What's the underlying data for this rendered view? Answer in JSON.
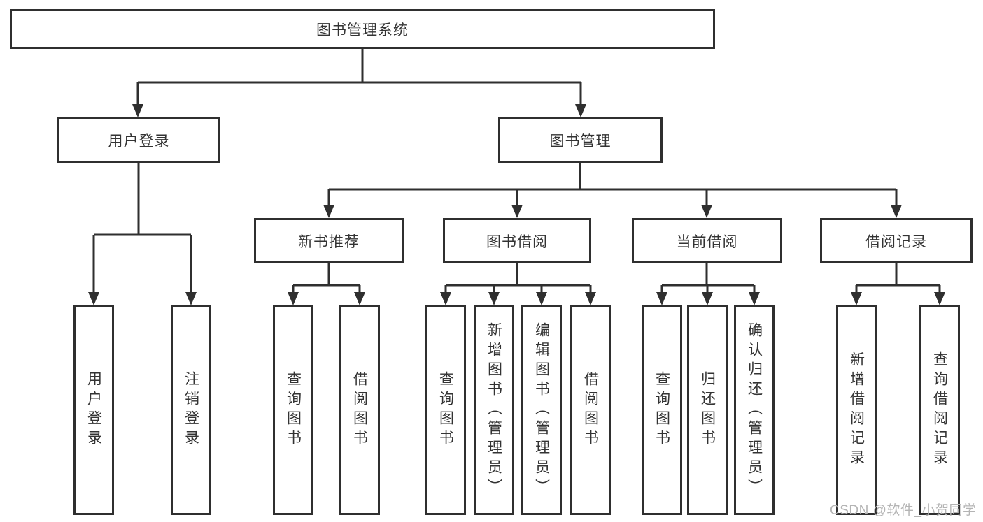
{
  "diagram": {
    "root": {
      "label": "图书管理系统"
    },
    "branches": [
      {
        "label": "用户登录",
        "children": [
          {
            "label": "用户登录"
          },
          {
            "label": "注销登录"
          }
        ]
      },
      {
        "label": "图书管理",
        "children": [
          {
            "label": "新书推荐",
            "children": [
              {
                "label": "查询图书"
              },
              {
                "label": "借阅图书"
              }
            ]
          },
          {
            "label": "图书借阅",
            "children": [
              {
                "label": "查询图书"
              },
              {
                "label": "新增图书（管理员）"
              },
              {
                "label": "编辑图书（管理员）"
              },
              {
                "label": "借阅图书"
              }
            ]
          },
          {
            "label": "当前借阅",
            "children": [
              {
                "label": "查询图书"
              },
              {
                "label": "归还图书"
              },
              {
                "label": "确认归还（管理员）"
              }
            ]
          },
          {
            "label": "借阅记录",
            "children": [
              {
                "label": "新增借阅记录"
              },
              {
                "label": "查询借阅记录"
              }
            ]
          }
        ]
      }
    ]
  },
  "watermark": {
    "text": "CSDN @软件_小贺同学"
  },
  "colors": {
    "line": "#2f2f2f",
    "box_border": "#2f2f2f",
    "text": "#333333",
    "watermark": "#b4b4b4",
    "background": "#ffffff"
  }
}
